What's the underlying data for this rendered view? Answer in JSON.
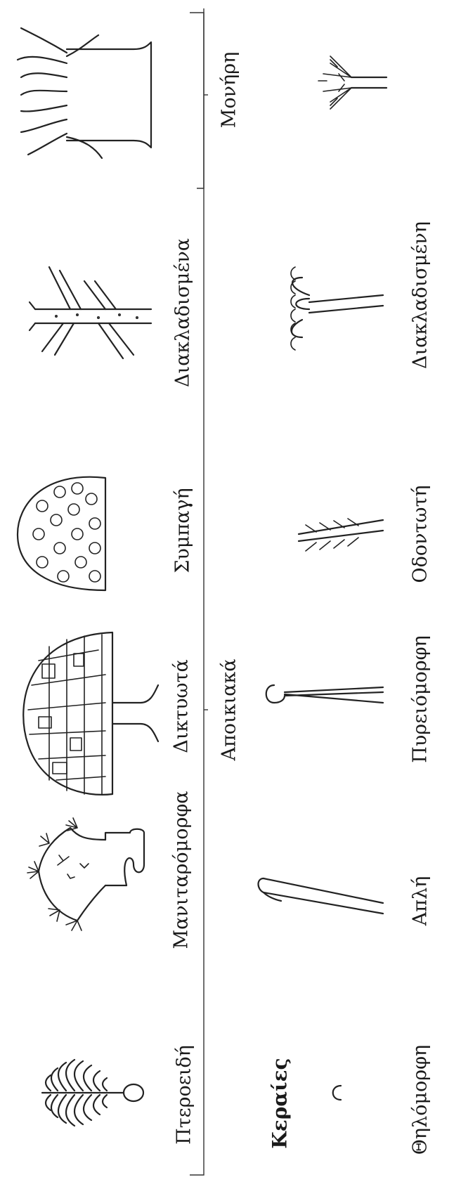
{
  "labels": {
    "pteroeidi": "Πτεροειδή",
    "manitaromorfa": "Μανιταρόμορφα",
    "diktyota": "Δικτυωτά",
    "symmpagi": "Συμπαγή",
    "diakladismena": "Διακλαδισμένα",
    "monires": "Μονήρη",
    "apoikiaka": "Αποικιακά",
    "keraies": "Κεραίες",
    "thilomorfi": "Θηλόμορφη",
    "apli": "Απλή",
    "pyreiomorfi": "Πυρειόμορφη",
    "odontoti": "Οδοντωτή",
    "diakladismeni": "Διακλαδισμένη"
  }
}
